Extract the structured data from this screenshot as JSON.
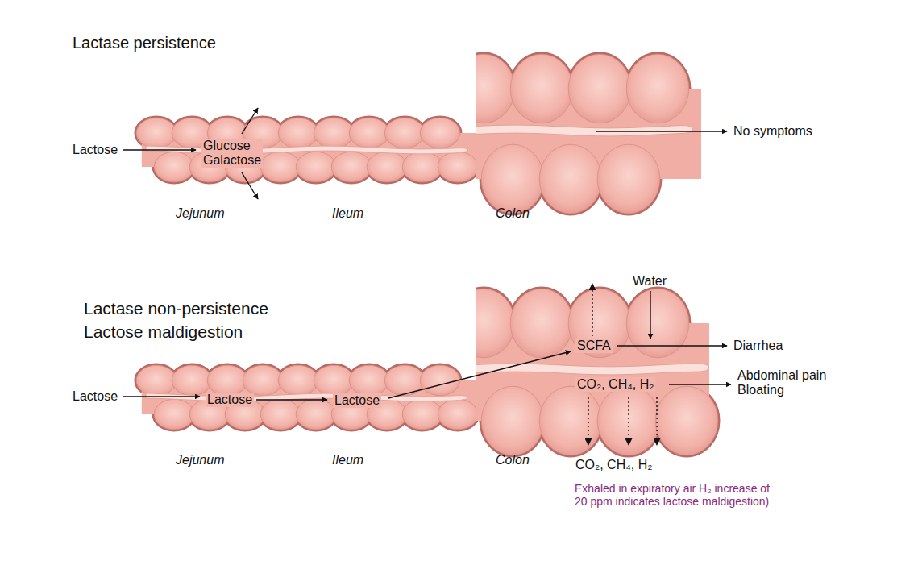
{
  "diagram": {
    "labels": [
      "Lactase persistence",
      "Lactose",
      "Glucose Galactose",
      "Jejunum",
      "Ileum",
      "Colon",
      "No symptoms",
      "Lactase non-persistence Lactose maldigestion",
      "Lactose",
      "Lactose",
      "Lactose",
      "Water",
      "SCFA",
      "Diarrhea",
      "CO₂, CH₄, H₂",
      "Abdominal pain Bloating",
      "CO₂, CH₄, H₂",
      "Exhaled in expiratory air H₂ increase of 20 ppm indicates lactose maldigestion)",
      "Jejunum",
      "Ileum",
      "Colon"
    ]
  }
}
